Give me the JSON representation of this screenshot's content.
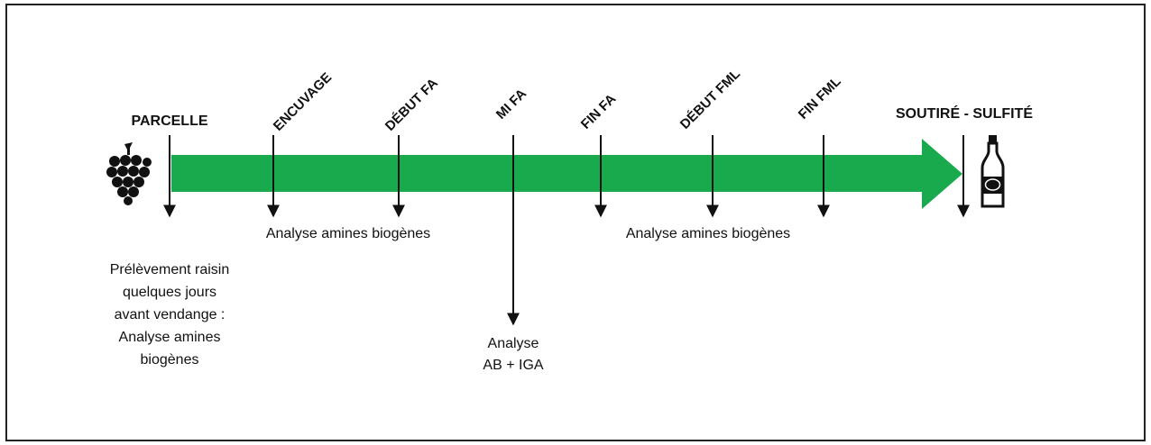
{
  "diagram": {
    "colors": {
      "arrow": "#1aaa4e",
      "line": "#111111"
    },
    "start_label": "PARCELLE",
    "end_label": "SOUTIRÉ - SULFITÉ",
    "milestones": {
      "encuvage": "ENCUVAGE",
      "debut_fa": "DÉBUT FA",
      "mi_fa": "MI FA",
      "fin_fa": "FIN FA",
      "debut_fml": "DÉBUT FML",
      "fin_fml": "FIN FML"
    },
    "annotations": {
      "analyse_left": "Analyse amines biogènes",
      "analyse_right": "Analyse amines biogènes",
      "prelevement": [
        "Prélèvement raisin",
        "quelques jours",
        "avant vendange :",
        "Analyse amines",
        "biogènes"
      ],
      "mi_fa_analysis": [
        "Analyse",
        "AB + IGA"
      ]
    },
    "icons": {
      "start": "grapes-icon",
      "end": "wine-bottle-icon"
    }
  }
}
